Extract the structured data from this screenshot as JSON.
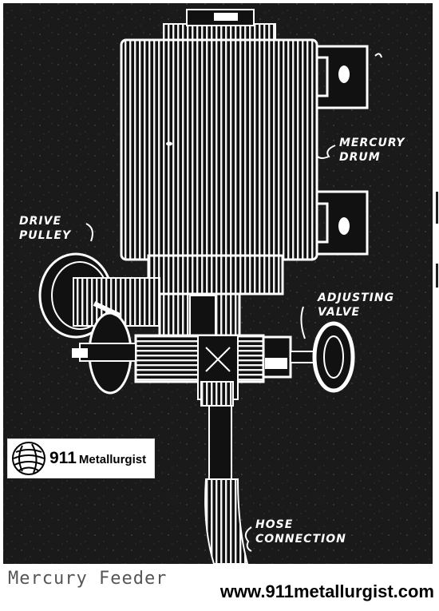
{
  "labels": {
    "drum": [
      "MERCURY",
      "DRUM"
    ],
    "pulley": [
      "DRIVE",
      "PULLEY"
    ],
    "valve": [
      "ADJUSTING",
      "VALVE"
    ],
    "hose": [
      "HOSE",
      "CONNECTION"
    ]
  },
  "logo": {
    "number": "911",
    "word": "Metallurgist"
  },
  "caption": "Mercury Feeder",
  "website": "www.911metallurgist.com",
  "colors": {
    "background": "#1a1a1a",
    "line": "#ffffff"
  }
}
